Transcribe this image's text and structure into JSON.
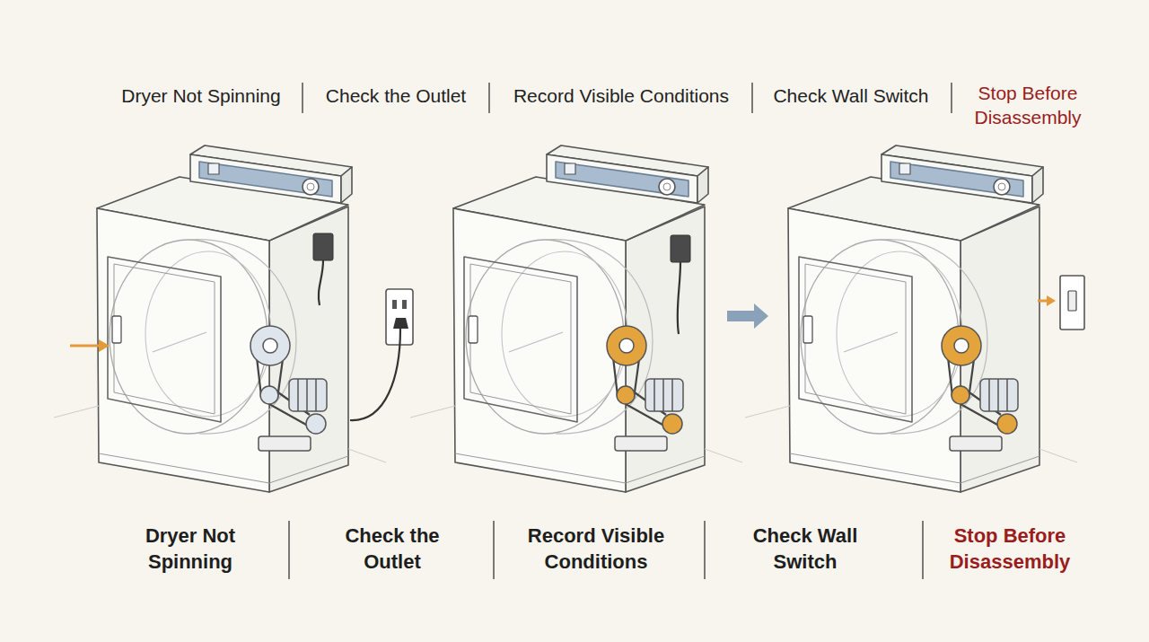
{
  "diagram": {
    "labels": [
      "Dryer Not Spinning",
      "Check the Outlet",
      "Record Visible Conditions",
      "Check Wall Switch",
      "Stop Before Disassembly",
      "Dryer Not Spinning",
      "Check the Outlet",
      "Record Visible Conditions",
      "Check Wall Switch",
      "Stop Before Disassembly"
    ]
  }
}
